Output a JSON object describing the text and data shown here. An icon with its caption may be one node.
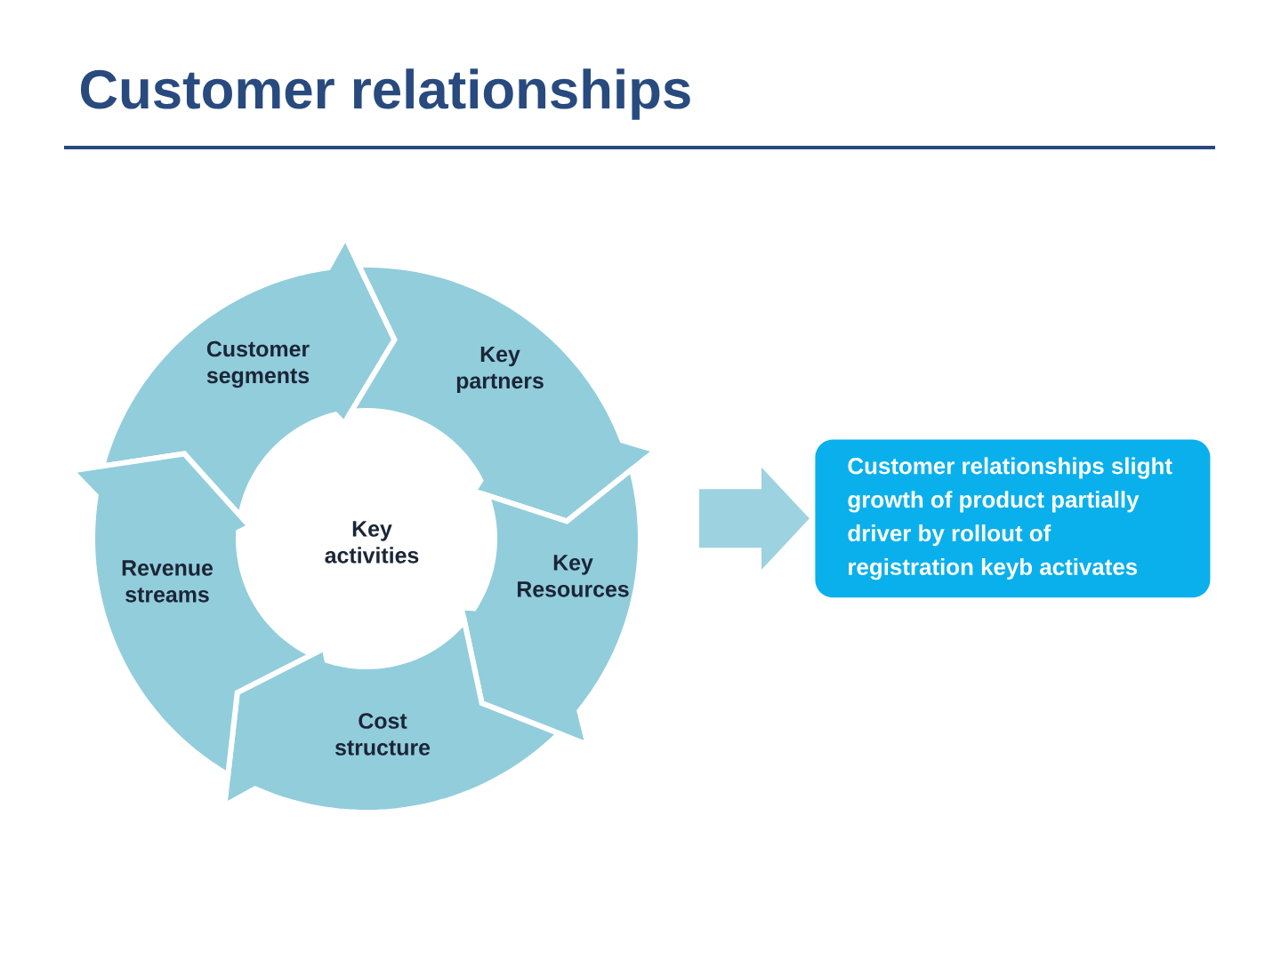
{
  "diagram": {
    "title": "Customer relationships",
    "nodes": [
      {
        "text": [
          "Customer segments"
        ]
      },
      {
        "text": [
          "Key partners"
        ]
      },
      {
        "text": [
          "Key Resources"
        ]
      },
      {
        "text": [
          "Cost structure"
        ]
      },
      {
        "text": [
          "Revenue streams"
        ]
      },
      {
        "text": [
          "Key activities"
        ]
      },
      {
        "text": [
          "Customer relationships slight growth of product partially driver by rollout of registration keyb activates"
        ]
      }
    ],
    "edges": [
      {
        "from": null,
        "to": 6,
        "arrow": "to"
      }
    ]
  }
}
